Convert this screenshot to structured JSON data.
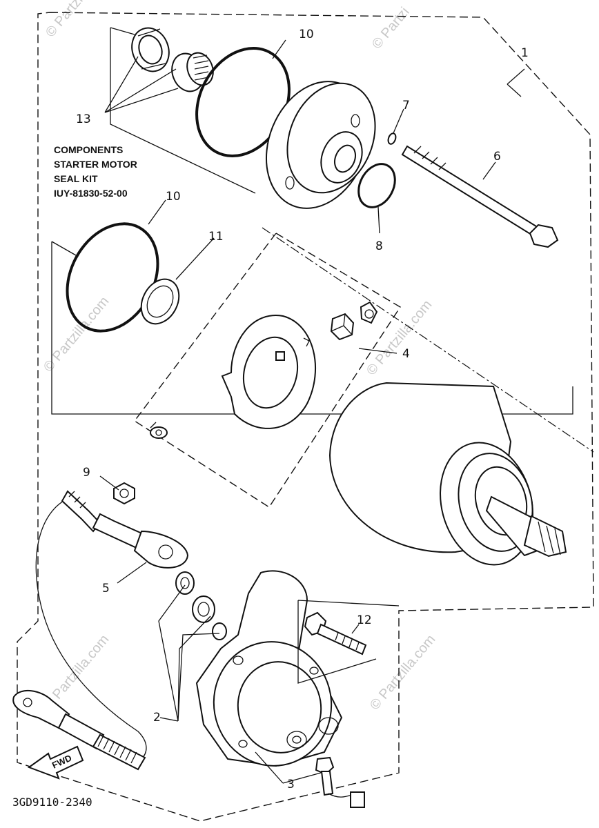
{
  "diagram": {
    "callouts": {
      "c1": "1",
      "c2": "2",
      "c3": "3",
      "c4": "4",
      "c5": "5",
      "c6": "6",
      "c7": "7",
      "c8": "8",
      "c9": "9",
      "c10a": "10",
      "c10b": "10",
      "c11": "11",
      "c12": "12",
      "c13": "13"
    },
    "kit_note": {
      "line1": "COMPONENTS",
      "line2": "STARTER MOTOR",
      "line3": "SEAL KIT",
      "line4": "IUY-81830-52-00"
    },
    "fwd_label": "FWD",
    "drawing_number": "3GD9110-2340",
    "watermark": "© Partzilla.com",
    "watermark_corner": "© Partzi"
  }
}
